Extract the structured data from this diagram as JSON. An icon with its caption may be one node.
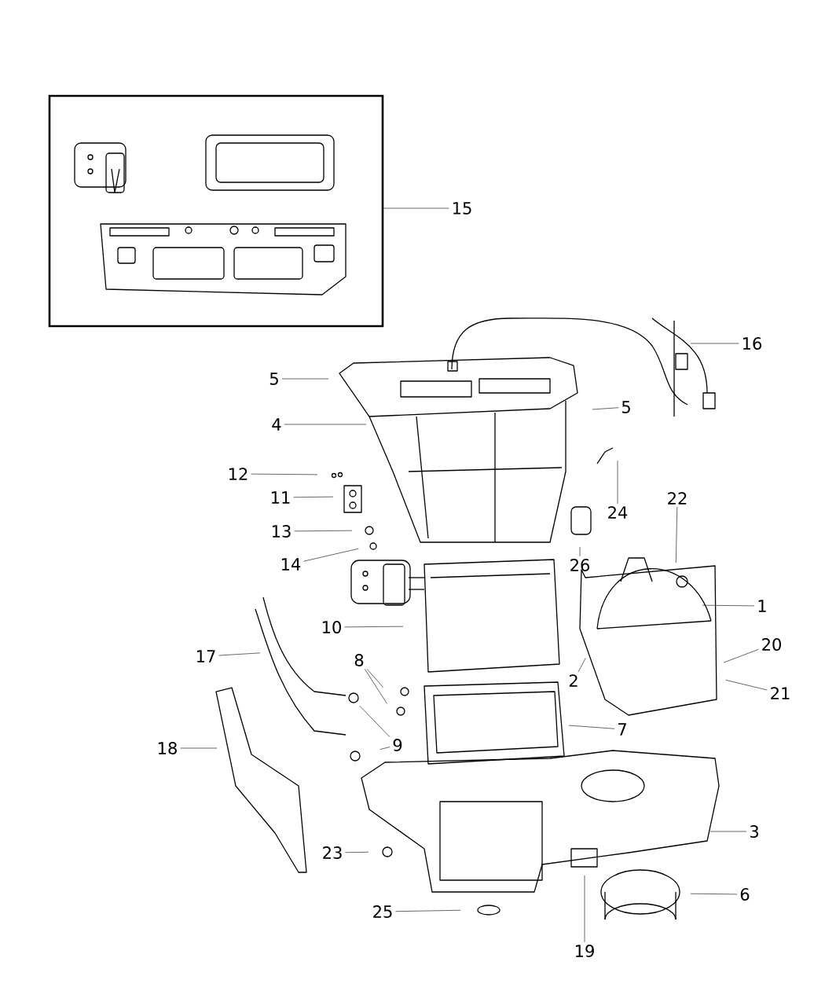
{
  "diagram": {
    "nodes": [
      {
        "text": [],
        "shape": "box"
      },
      {
        "text": [
          "15"
        ]
      },
      {
        "text": [
          "16"
        ]
      },
      {
        "text": [
          "5"
        ]
      },
      {
        "text": [
          "5"
        ]
      },
      {
        "text": [
          "4"
        ]
      },
      {
        "text": [
          "12"
        ]
      },
      {
        "text": [
          "11"
        ]
      },
      {
        "text": [
          "13"
        ]
      },
      {
        "text": [
          "14"
        ]
      },
      {
        "text": [
          "24"
        ]
      },
      {
        "text": [
          "22"
        ]
      },
      {
        "text": [
          "26"
        ]
      },
      {
        "text": [
          "1"
        ]
      },
      {
        "text": [
          "10"
        ]
      },
      {
        "text": [
          "20"
        ]
      },
      {
        "text": [
          "2"
        ]
      },
      {
        "text": [
          "21"
        ]
      },
      {
        "text": [
          "17"
        ]
      },
      {
        "text": [
          "8"
        ]
      },
      {
        "text": [
          "9"
        ]
      },
      {
        "text": [
          "7"
        ]
      },
      {
        "text": [
          "18"
        ]
      },
      {
        "text": [
          "3"
        ]
      },
      {
        "text": [
          "23"
        ]
      },
      {
        "text": [
          "6"
        ]
      },
      {
        "text": [
          "25"
        ]
      },
      {
        "text": [
          "19"
        ]
      }
    ],
    "edges": [
      {
        "from": 1,
        "to": 0,
        "arrow": "none"
      },
      {
        "from": 2,
        "to": null,
        "arrow": "none"
      },
      {
        "from": 3,
        "to": null,
        "arrow": "none"
      },
      {
        "from": 4,
        "to": null,
        "arrow": "none"
      },
      {
        "from": 5,
        "to": null,
        "arrow": "none"
      },
      {
        "from": 6,
        "to": null,
        "arrow": "none"
      },
      {
        "from": 7,
        "to": null,
        "arrow": "none"
      },
      {
        "from": 8,
        "to": null,
        "arrow": "none"
      },
      {
        "from": 9,
        "to": null,
        "arrow": "none"
      },
      {
        "from": 10,
        "to": null,
        "arrow": "none"
      },
      {
        "from": 11,
        "to": null,
        "arrow": "none"
      },
      {
        "from": 12,
        "to": null,
        "arrow": "none"
      },
      {
        "from": 13,
        "to": null,
        "arrow": "none"
      },
      {
        "from": 14,
        "to": null,
        "arrow": "none"
      },
      {
        "from": 15,
        "to": null,
        "arrow": "none"
      },
      {
        "from": 16,
        "to": null,
        "arrow": "none"
      },
      {
        "from": 17,
        "to": null,
        "arrow": "none"
      },
      {
        "from": 18,
        "to": null,
        "arrow": "none"
      },
      {
        "from": 19,
        "to": null,
        "arrow": "none"
      },
      {
        "from": 19,
        "to": null,
        "arrow": "none"
      },
      {
        "from": 20,
        "to": null,
        "arrow": "none"
      },
      {
        "from": 20,
        "to": null,
        "arrow": "none"
      },
      {
        "from": 21,
        "to": null,
        "arrow": "none"
      },
      {
        "from": 22,
        "to": null,
        "arrow": "none"
      },
      {
        "from": 23,
        "to": null,
        "arrow": "none"
      },
      {
        "from": 24,
        "to": null,
        "arrow": "none"
      },
      {
        "from": 25,
        "to": null,
        "arrow": "none"
      },
      {
        "from": 26,
        "to": null,
        "arrow": "none"
      },
      {
        "from": 27,
        "to": null,
        "arrow": "none"
      }
    ]
  }
}
